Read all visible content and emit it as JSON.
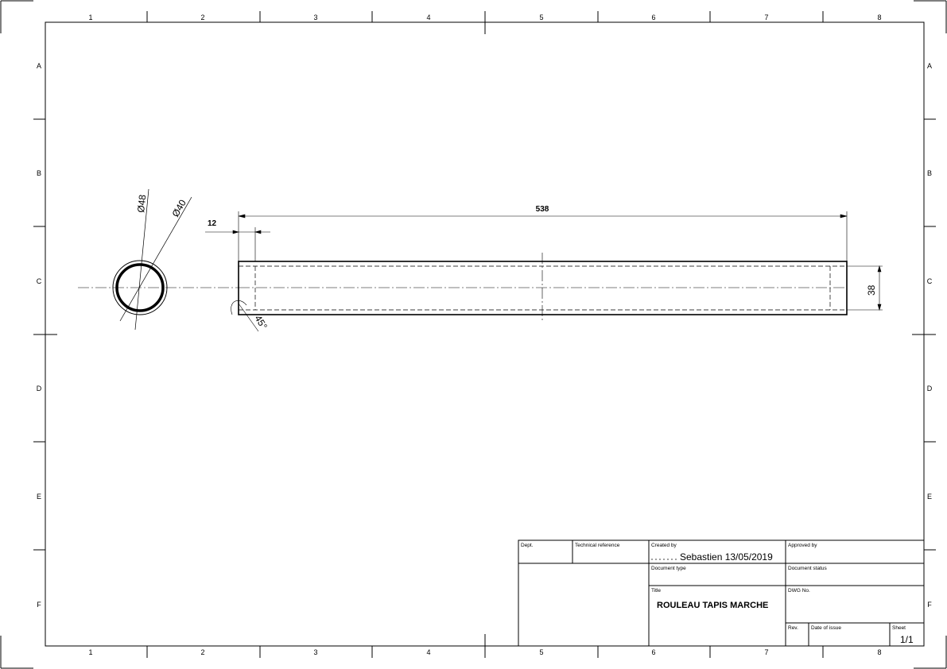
{
  "grid": {
    "columns": [
      "1",
      "2",
      "3",
      "4",
      "5",
      "6",
      "7",
      "8"
    ],
    "rows": [
      "A",
      "B",
      "C",
      "D",
      "E",
      "F"
    ]
  },
  "dimensions": {
    "outer_diameter": "Ø48",
    "inner_diameter": "Ø40",
    "length": "538",
    "end_offset": "12",
    "height": "38",
    "chamfer_angle": "45°"
  },
  "title_block": {
    "dept_label": "Dept.",
    "technical_reference_label": "Technical reference",
    "created_by_label": "Created by",
    "created_by_value": "Sebastien 13/05/2019",
    "approved_by_label": "Approved by",
    "document_type_label": "Document type",
    "document_status_label": "Document status",
    "title_label": "Title",
    "title_value": "ROULEAU TAPIS MARCHE",
    "dwg_no_label": "DWG No.",
    "rev_label": "Rev.",
    "date_of_issue_label": "Date of issue",
    "sheet_label": "Sheet",
    "sheet_value": "1/1"
  }
}
